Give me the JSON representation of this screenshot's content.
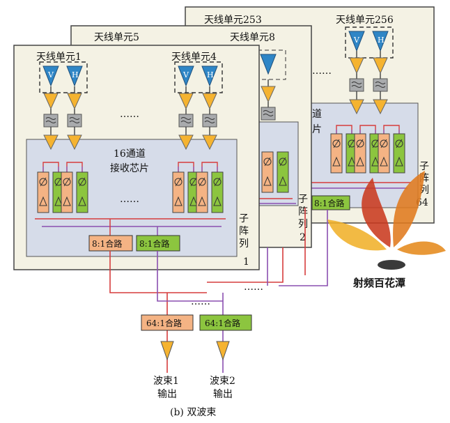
{
  "panel_labels": {
    "front": {
      "unit_left": "天线单元1",
      "unit_right": "天线单元4",
      "chip_line1": "16通道",
      "chip_line2": "接收芯片",
      "subarray_chars": [
        "子",
        "阵",
        "列"
      ],
      "subarray_num": "1",
      "ellipsis_top": "……",
      "ellipsis_mid": "……"
    },
    "middle": {
      "unit_left": "天线单元5",
      "unit_right": "天线单元8",
      "subarray_chars": [
        "子",
        "阵",
        "列"
      ],
      "subarray_num": "2"
    },
    "back": {
      "unit_left": "天线单元253",
      "unit_right": "天线单元256",
      "chip_partial": [
        "道",
        "片"
      ],
      "subarray_chars": [
        "子",
        "阵",
        "列"
      ],
      "subarray_num": "64"
    }
  },
  "antenna_letters": {
    "v": "V",
    "h": "H"
  },
  "combiners": {
    "front_a": "8:1合路",
    "front_b": "8:1合路",
    "back_b": "8:1合路",
    "final_a": "64:1合路",
    "final_b": "64:1合路"
  },
  "outputs": {
    "beam1_line1": "波束1",
    "beam1_line2": "输出",
    "beam2_line1": "波束2",
    "beam2_line2": "输出"
  },
  "dots_between_panels": "……",
  "dots_bus_upper": "……",
  "dots_bus_lower": "……",
  "caption": "(b) 双波束",
  "watermark_text": "射频百花潭",
  "colors": {
    "panel_bg": "#f4f2e4",
    "chip_bg": "#d6dce9",
    "antenna_blue": "#2f86c6",
    "amp_yellow": "#f5b330",
    "filter_gray": "#a9abad",
    "channel_orange": "#f4b384",
    "channel_green": "#8cc53f",
    "beam1_red": "#d63c3c",
    "beam2_purple": "#8a4fb0",
    "combiner_orange": "#f4b384",
    "combiner_green": "#8cc53f"
  }
}
